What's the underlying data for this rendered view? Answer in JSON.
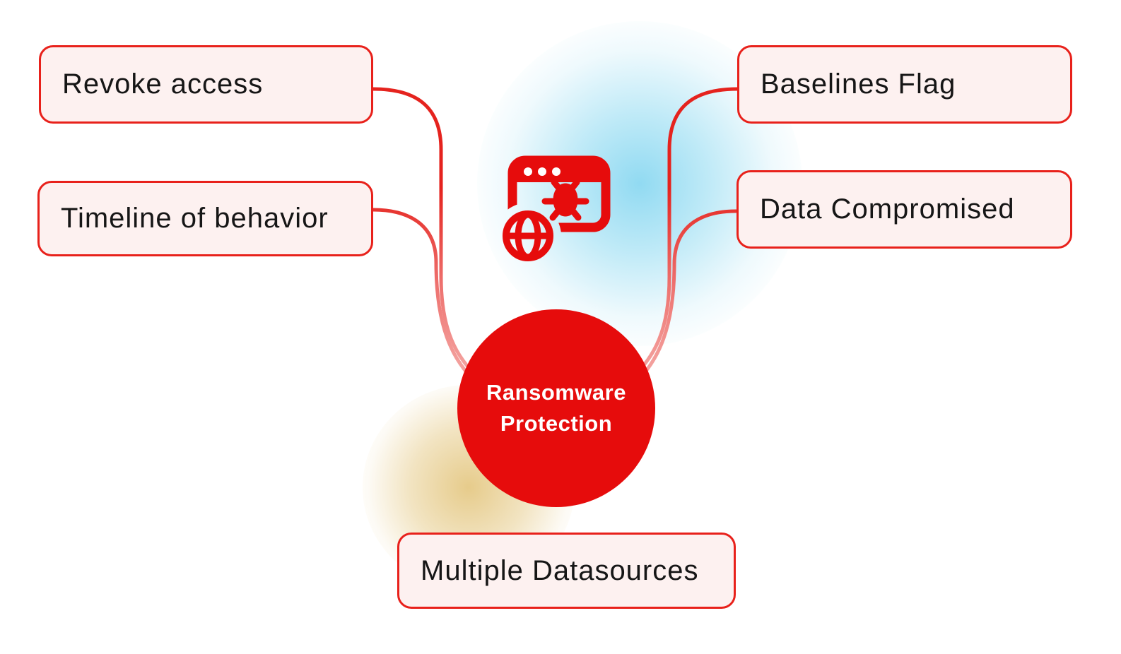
{
  "diagram": {
    "title_node": {
      "label": "Ransomware Protection"
    },
    "nodes": [
      {
        "id": "revoke-access",
        "label": "Revoke access"
      },
      {
        "id": "timeline-of-behavior",
        "label": "Timeline of behavior"
      },
      {
        "id": "baselines-flag",
        "label": "Baselines Flag"
      },
      {
        "id": "data-compromised",
        "label": "Data Compromised"
      },
      {
        "id": "multiple-datasources",
        "label": "Multiple Datasources"
      }
    ],
    "icons": {
      "center_icon": "browser-bug-globe-icon"
    },
    "colors": {
      "accent_red": "#e8211b",
      "circle_red": "#e60c0c",
      "node_fill": "#fdf1f0",
      "connector_red": "#e5231e",
      "connector_fade_pink": "#f5b0ad",
      "glow_blue": "#8bd8f1",
      "glow_yellow": "#deba64",
      "text_dark": "#161616",
      "text_light": "#ffffff"
    }
  }
}
